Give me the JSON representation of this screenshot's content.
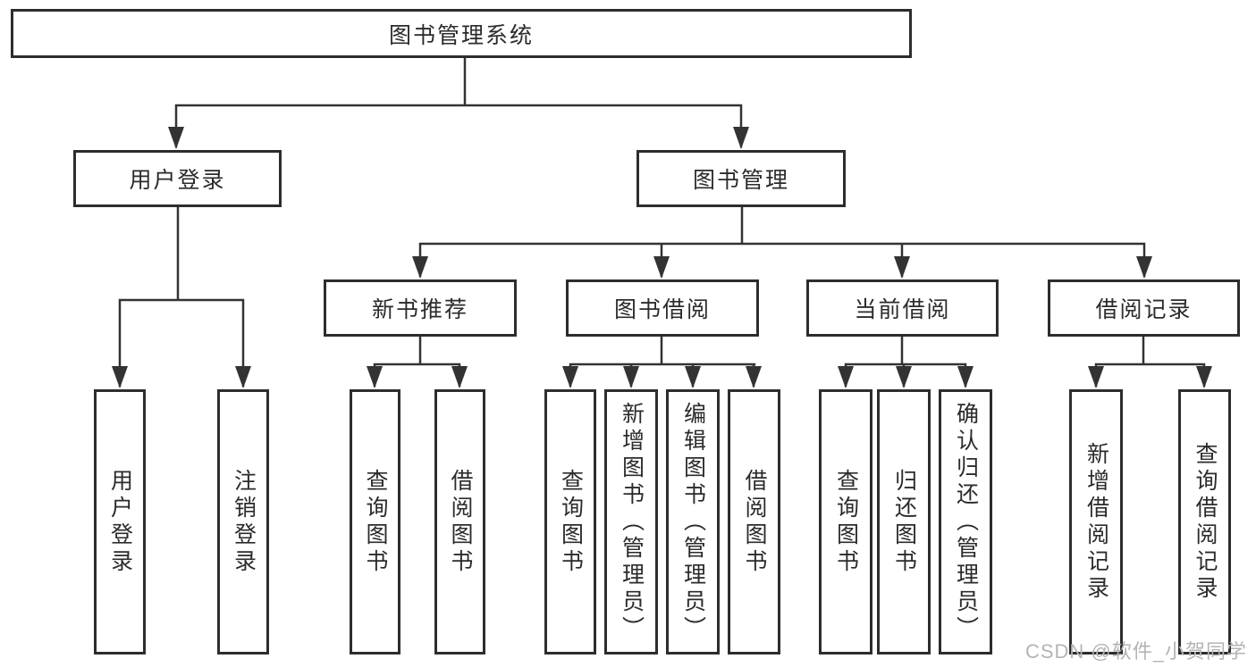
{
  "diagram": {
    "root": {
      "label": "图书管理系统",
      "children": [
        {
          "label": "用户登录",
          "children": [
            "用户登录",
            "注销登录"
          ]
        },
        {
          "label": "图书管理",
          "children": [
            {
              "label": "新书推荐",
              "children": [
                "查询图书",
                "借阅图书"
              ]
            },
            {
              "label": "图书借阅",
              "children": [
                "查询图书",
                "新增图书（管理员）",
                "编辑图书（管理员）",
                "借阅图书"
              ]
            },
            {
              "label": "当前借阅",
              "children": [
                "查询图书",
                "归还图书",
                "确认归还（管理员）"
              ]
            },
            {
              "label": "借阅记录",
              "children": [
                "新增借阅记录",
                "查询借阅记录"
              ]
            }
          ]
        }
      ]
    },
    "watermark": "CSDN @软件_小贺同学",
    "colors": {
      "line": "#333333",
      "box_border": "#2d2d2d",
      "text": "#2b2b2b",
      "watermark": "#b4b4b4",
      "background": "#ffffff"
    }
  }
}
